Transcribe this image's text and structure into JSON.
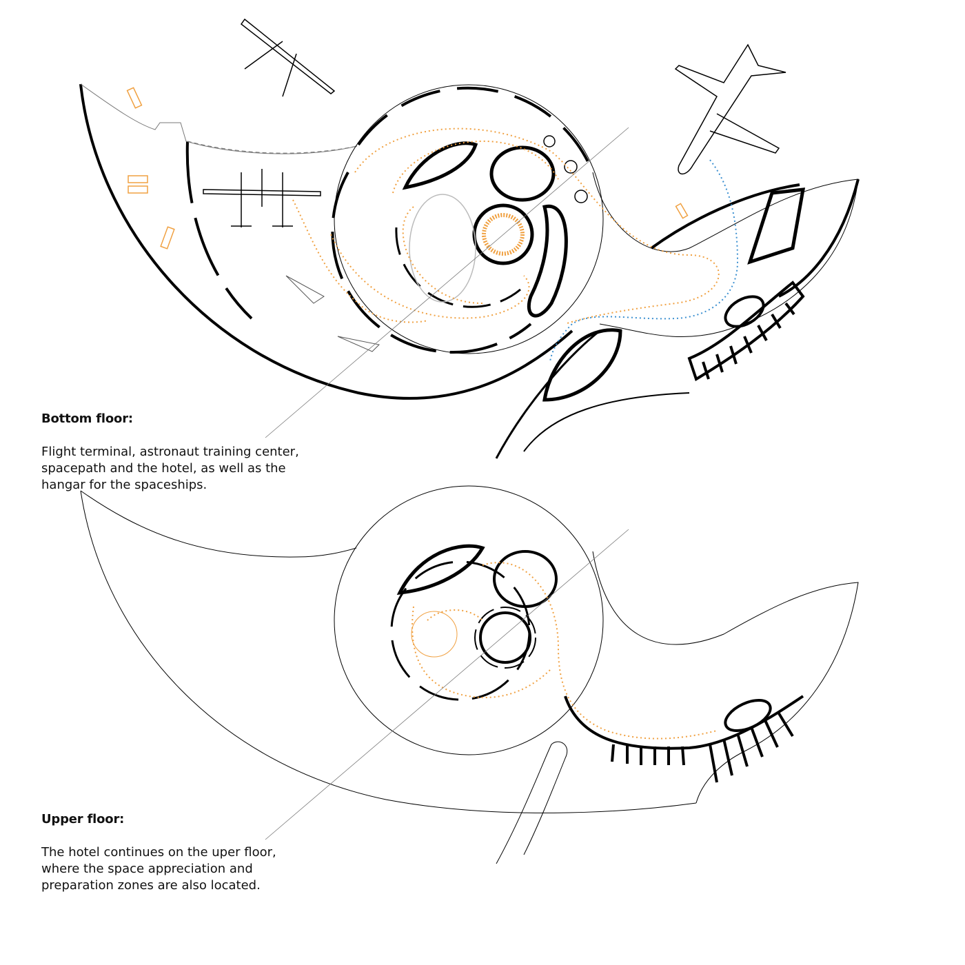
{
  "bottom_floor": {
    "title": "Bottom floor:",
    "description": "Flight terminal, astronaut training center, spacepath and the hotel, as well as the hangar for the spaceships."
  },
  "upper_floor": {
    "title": "Upper floor:",
    "description": "The hotel continues on the uper floor, where the space appreciation and preparation zones are also located."
  },
  "colors": {
    "wall": "#000000",
    "path_orange": "#f0a040",
    "path_blue": "#3a8fd0",
    "thin_line": "#555555"
  }
}
